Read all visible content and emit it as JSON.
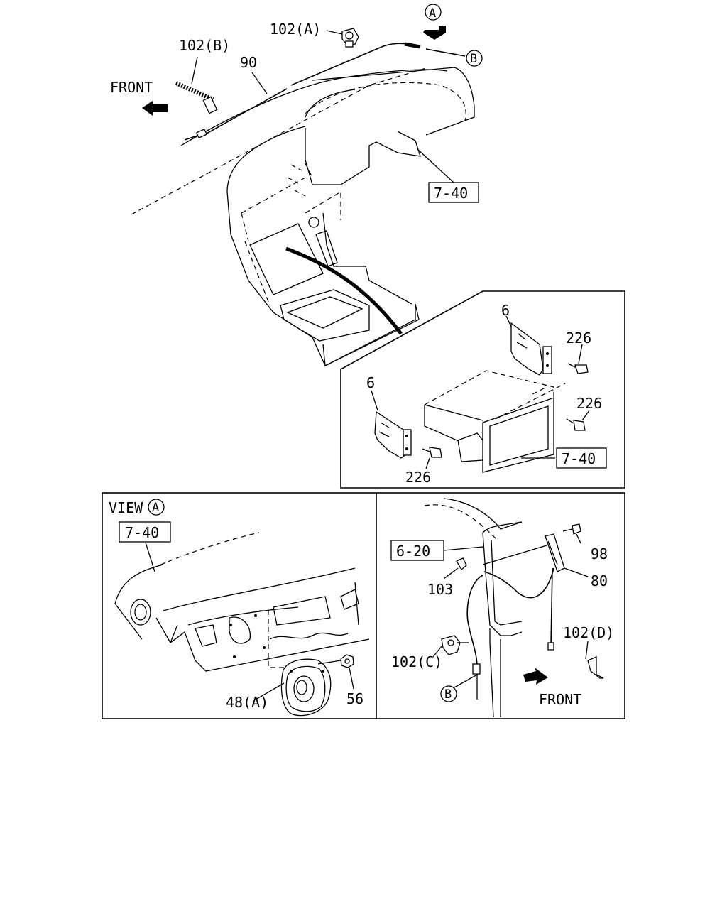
{
  "diagram": {
    "callouts": {
      "view_a_marker": "A",
      "b_marker_top": "B",
      "b_marker_bottom": "B",
      "front_top": "FRONT",
      "front_bottom": "FRONT",
      "p102a": "102(A)",
      "p102b": "102(B)",
      "p90": "90",
      "p7_40_main": "7-40",
      "p6_upper": "6",
      "p226_upper": "226",
      "p6_lower": "6",
      "p226_mid": "226",
      "p226_lower": "226",
      "p7_40_inset": "7-40",
      "view_label": "VIEW",
      "view_label_marker": "A",
      "p7_40_view": "7-40",
      "p48a": "48(A)",
      "p56": "56",
      "p6_20": "6-20",
      "p103": "103",
      "p98": "98",
      "p80": "80",
      "p102d": "102(D)",
      "p102c": "102(C)"
    }
  }
}
